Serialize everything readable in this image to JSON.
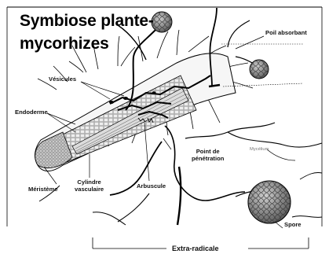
{
  "title": {
    "line1": "Symbiose plante-",
    "line2": "mycorhizes"
  },
  "labels": {
    "poil_absorbant": "Poil absorbant",
    "vesicules": "Vésicules",
    "endoderme": "Endoderme",
    "mycelium": "Mycélium",
    "point_de_penetration": [
      "Point de",
      "pénétration"
    ],
    "meristeme": "Méristème",
    "cylindre_vasculaire": [
      "Cylindre",
      "vasculaire"
    ],
    "arbuscule": "Arbuscule",
    "spore": "Spore",
    "extra_radicale": "Extra-radicale"
  },
  "colors": {
    "line": "#000000",
    "root_fill": "#f3f3f3",
    "spore_fill": "#9a9a9a"
  }
}
